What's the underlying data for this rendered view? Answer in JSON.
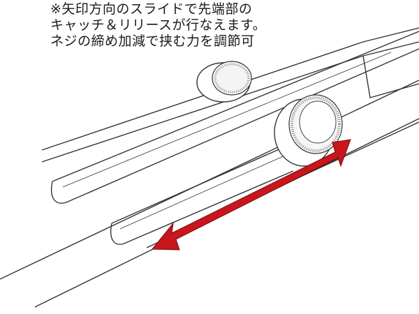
{
  "caption": {
    "lines": [
      "※矢印方向のスライドで先端部の",
      "キャッチ＆リリースが行なえます。",
      "ネジの締め加減で挟む力を調節可"
    ]
  },
  "colors": {
    "arrow": "#c8161d",
    "line": "#333333"
  }
}
